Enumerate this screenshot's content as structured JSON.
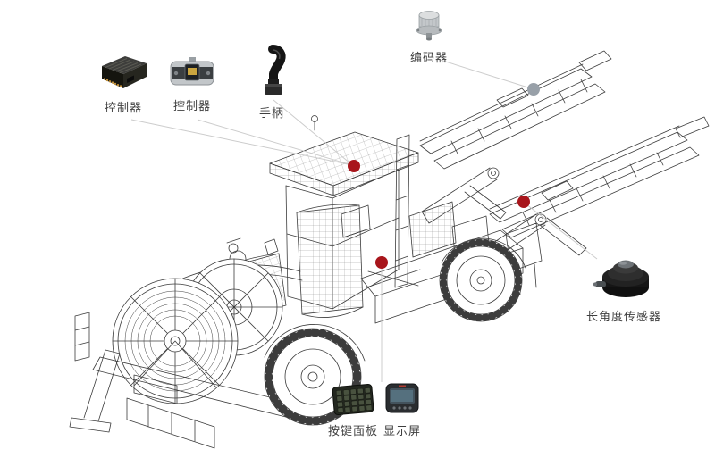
{
  "components": {
    "controller_a": {
      "label": "控制器",
      "icon": "ecu-module-icon"
    },
    "controller_b": {
      "label": "控制器",
      "icon": "control-module-icon"
    },
    "handle": {
      "label": "手柄",
      "icon": "joystick-icon"
    },
    "encoder": {
      "label": "编码器",
      "icon": "encoder-icon"
    },
    "angle_sensor": {
      "label": "长角度传感器",
      "icon": "angle-sensor-icon"
    },
    "keypad": {
      "label": "按键面板",
      "icon": "keypad-icon"
    },
    "display": {
      "label": "显示屏",
      "icon": "display-icon"
    }
  },
  "colors": {
    "marker_red": "#a8151b",
    "marker_gray": "#98a0a8",
    "connector_line": "#cccccc",
    "wireframe": "#3c3c3c",
    "label_text": "#3f3f3f",
    "background": "#ffffff"
  }
}
